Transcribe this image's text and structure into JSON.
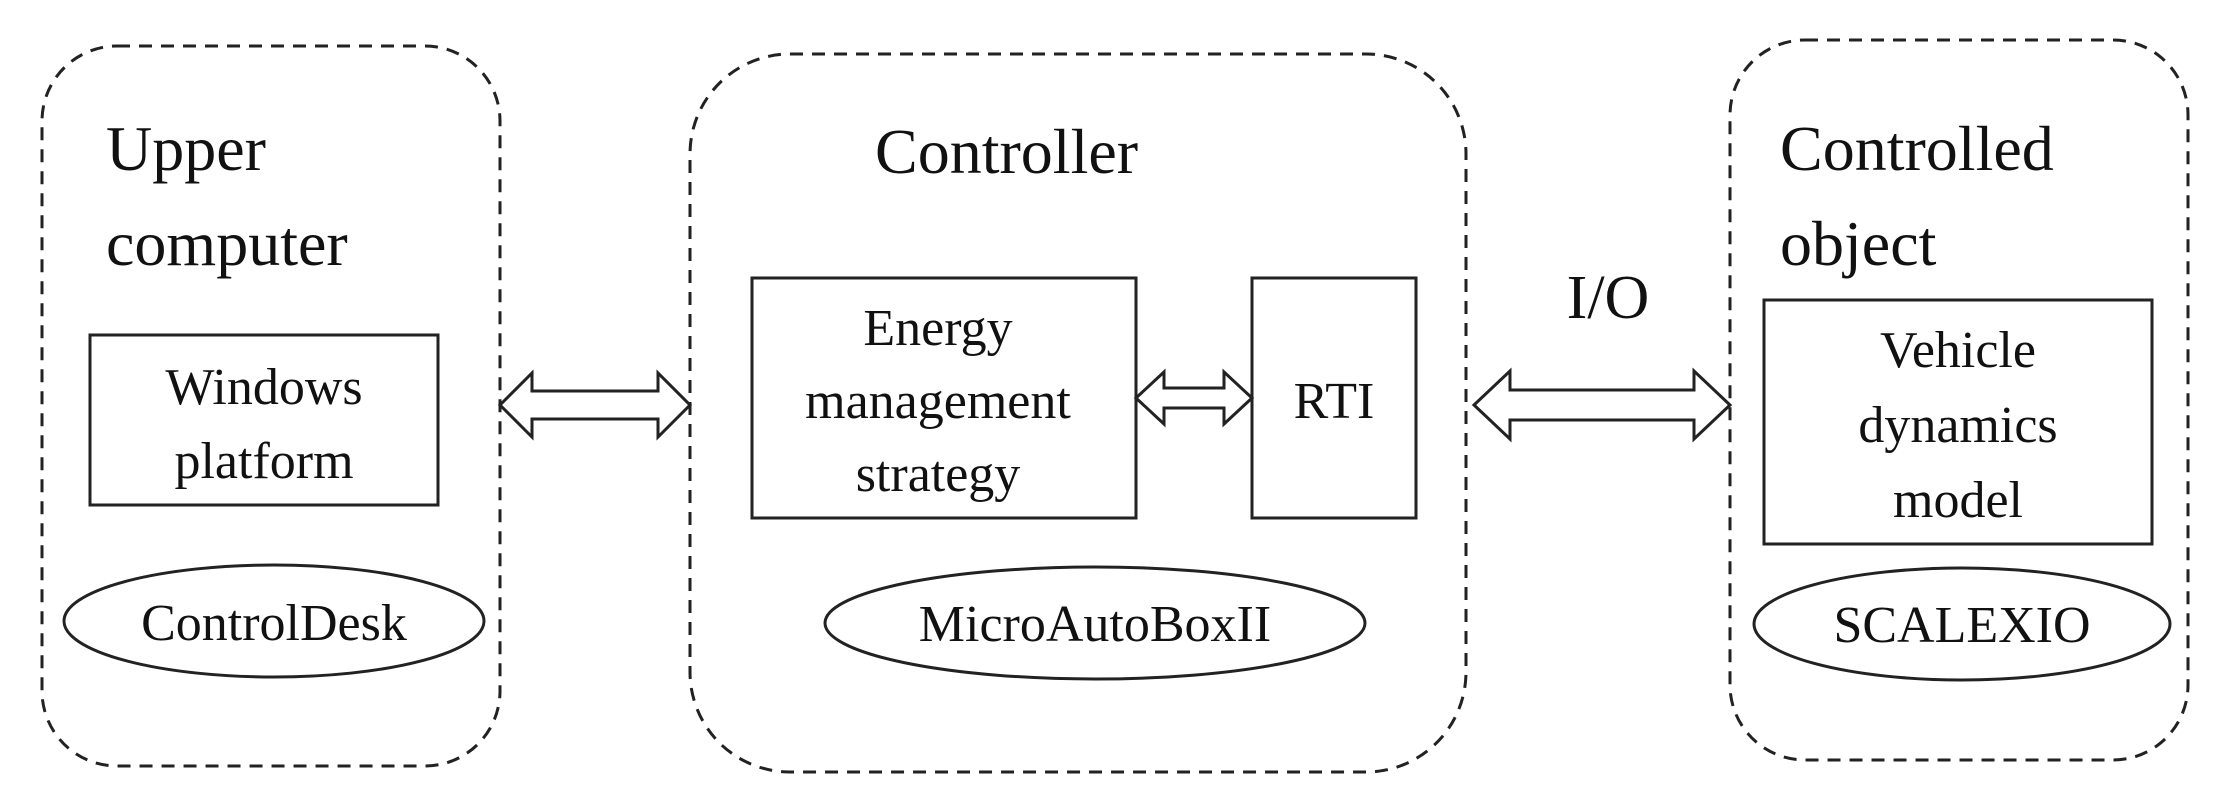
{
  "groups": {
    "upper_computer": {
      "title_line1": "Upper",
      "title_line2": "computer",
      "box_line1": "Windows",
      "box_line2": "platform",
      "ellipse": "ControlDesk"
    },
    "controller": {
      "title": "Controller",
      "strategy_line1": "Energy",
      "strategy_line2": "management",
      "strategy_line3": "strategy",
      "rti": "RTI",
      "ellipse": "MicroAutoBoxII"
    },
    "controlled_object": {
      "title_line1": "Controlled",
      "title_line2": "object",
      "box_line1": "Vehicle",
      "box_line2": "dynamics",
      "box_line3": "model",
      "ellipse": "SCALEXIO"
    }
  },
  "connections": {
    "io_label": "I/O"
  }
}
